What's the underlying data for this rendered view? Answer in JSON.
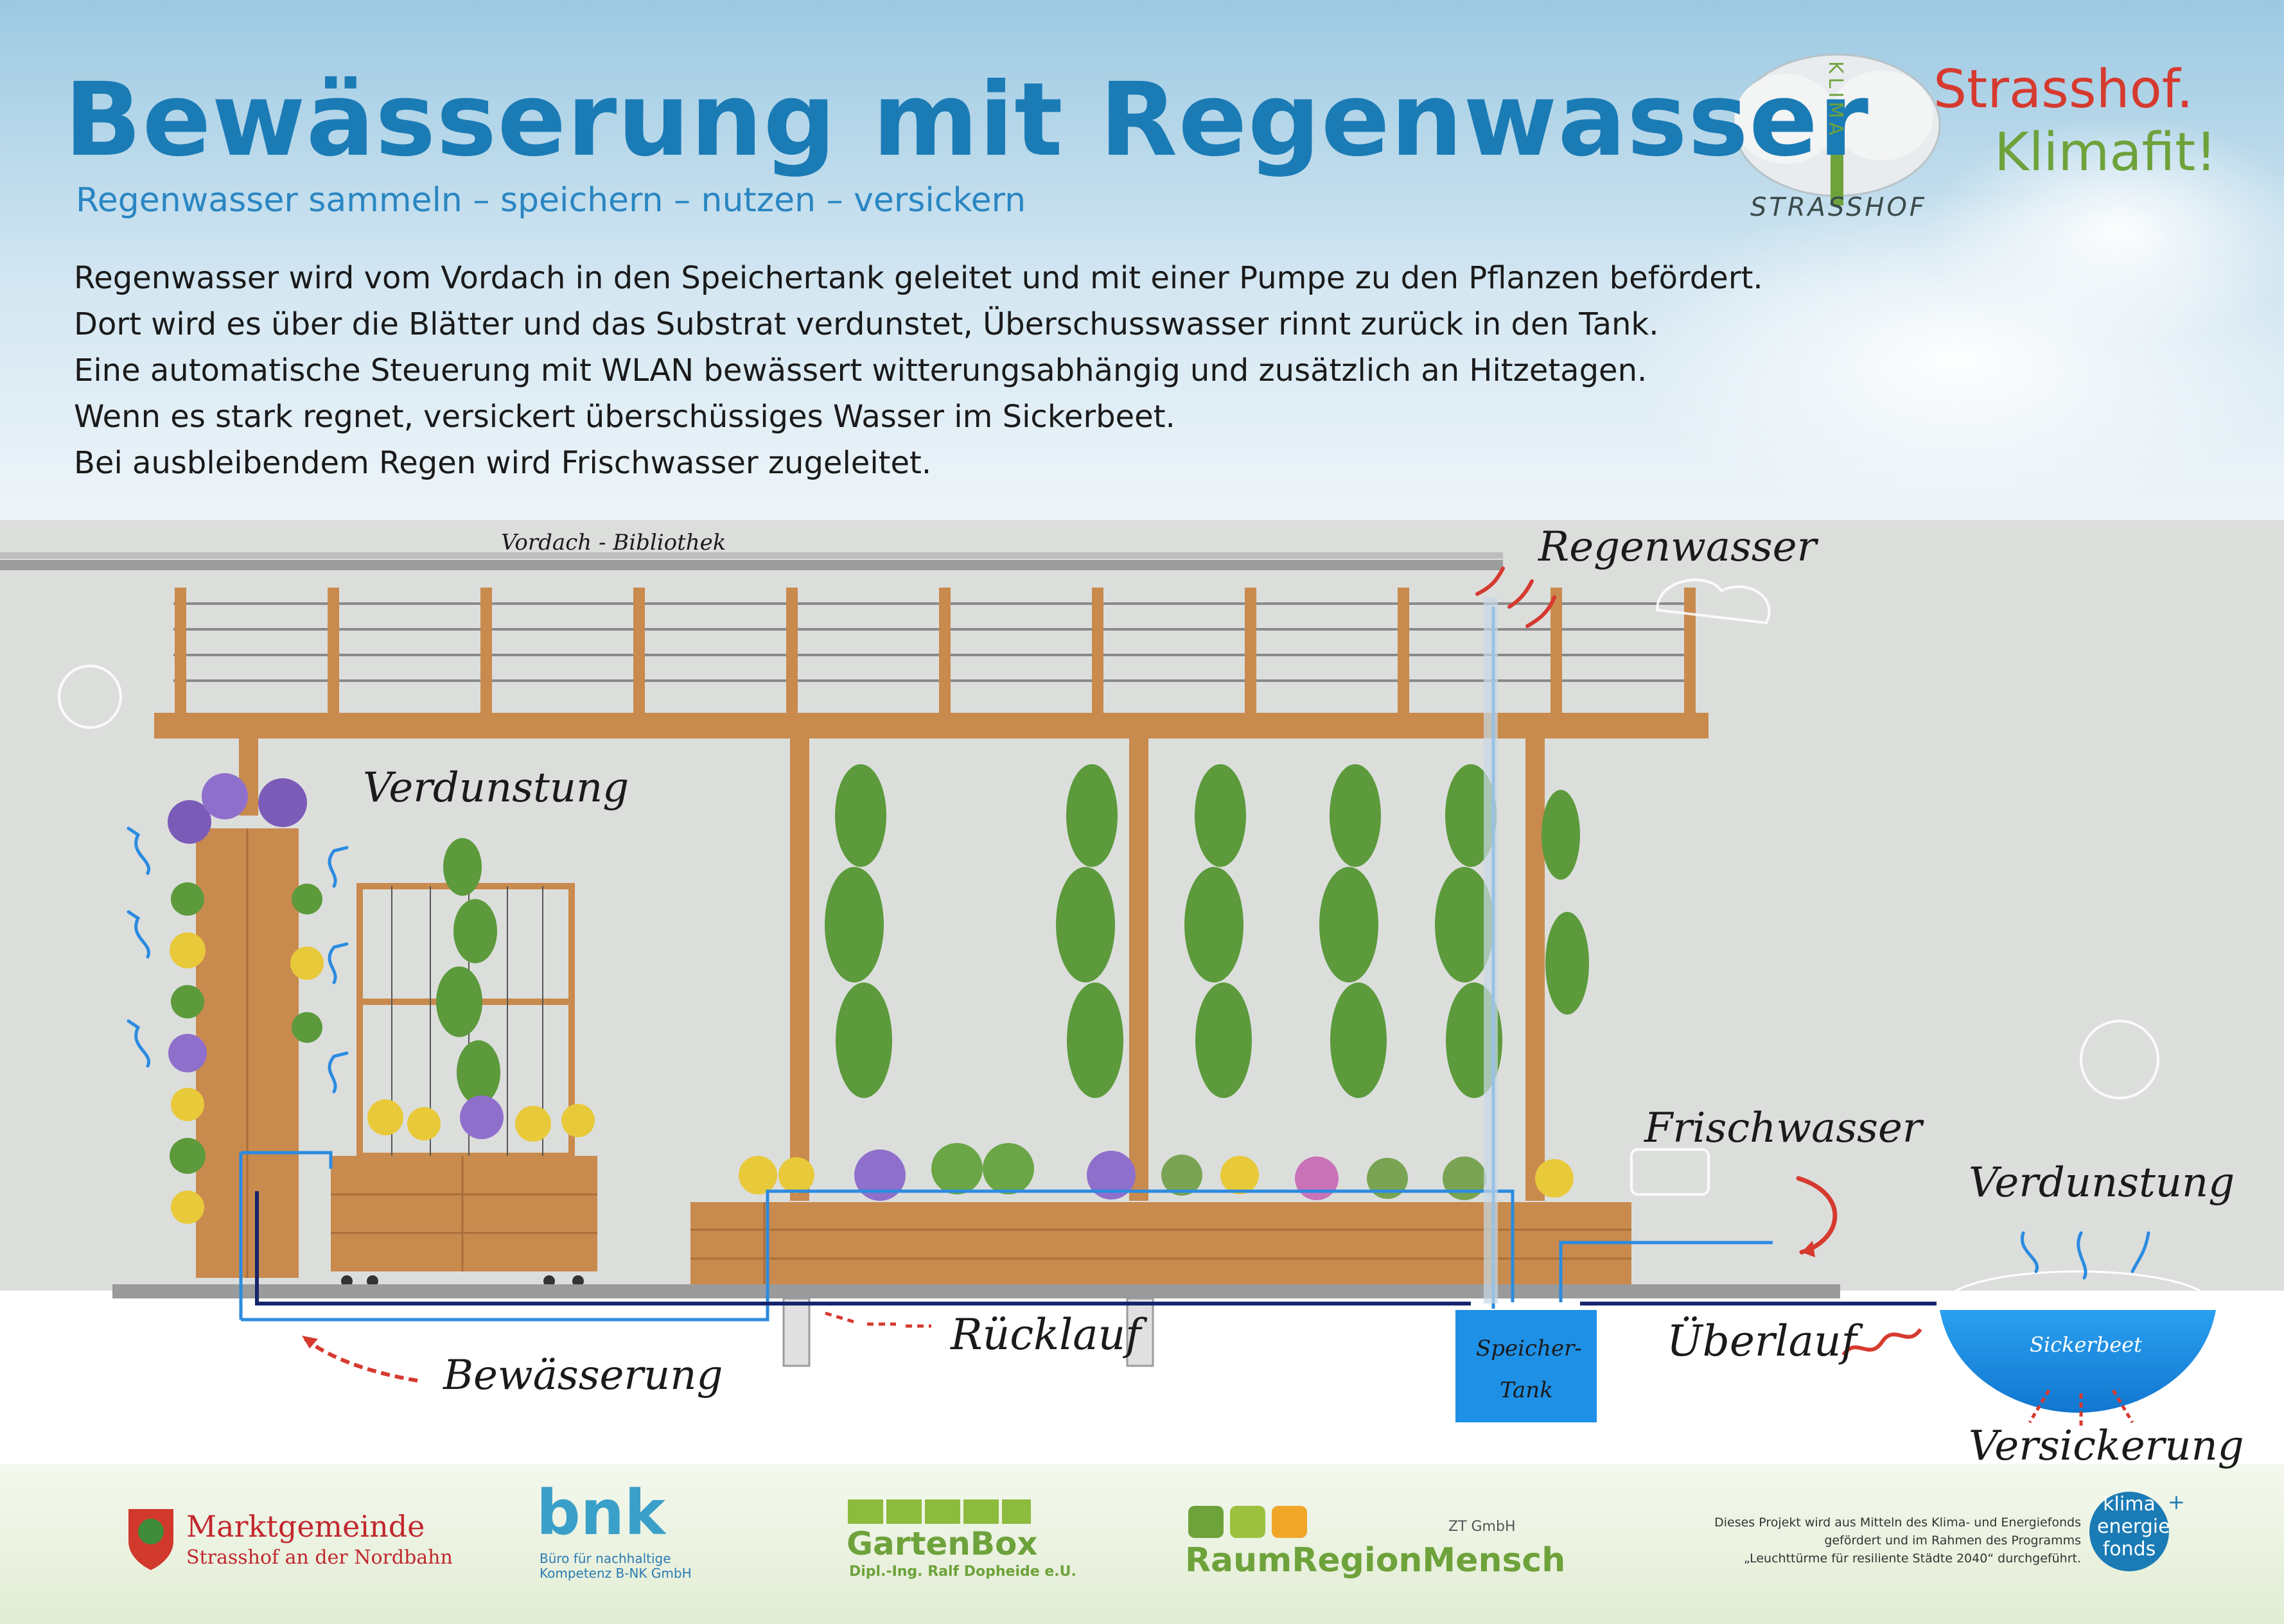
{
  "header": {
    "title": "Bewässerung mit Regenwasser",
    "subtitle": "Regenwasser sammeln – speichern – nutzen – versickern",
    "brand_line1": "Strasshof.",
    "brand_line2": "Klimafit!",
    "logo_text": "STRASSHOF",
    "logo_klima": "KLIMA"
  },
  "description": [
    "Regenwasser wird vom Vordach in den Speichertank geleitet und mit einer Pumpe zu den Pflanzen befördert.",
    "Dort wird es über die Blätter und das Substrat verdunstet, Überschusswasser rinnt zurück in den Tank.",
    "Eine automatische Steuerung mit WLAN bewässert witterungsabhängig und zusätzlich an Hitzetagen.",
    "Wenn es stark regnet, versickert überschüssiges Wasser im Sickerbeet.",
    "Bei ausbleibendem Regen wird Frischwasser zugeleitet."
  ],
  "diagram": {
    "roof_label": "Vordach - Bibliothek",
    "rainwater": "Regenwasser",
    "evaporation_left": "Verdunstung",
    "freshwater": "Frischwasser",
    "evaporation_right": "Verdunstung",
    "irrigation": "Bewässerung",
    "return_flow": "Rücklauf",
    "overflow": "Überlauf",
    "tank_line1": "Speicher-",
    "tank_line2": "Tank",
    "soakaway": "Sickerbeet",
    "infiltration": "Versickerung"
  },
  "footer": {
    "municipality_line1": "Marktgemeinde",
    "municipality_line2": "Strasshof an der Nordbahn",
    "bnk_logo": "bnk",
    "bnk_sub1": "Büro für nachhaltige",
    "bnk_sub2": "Kompetenz B-NK GmbH",
    "gartenbox": "GartenBox",
    "gartenbox_sub": "Dipl.-Ing. Ralf Dopheide e.U.",
    "rrm_name": "RaumRegionMensch",
    "rrm_suffix": "ZT GmbH",
    "sponsor_line1": "Dieses Projekt wird aus Mitteln des Klima- und Energiefonds",
    "sponsor_line2": "gefördert und im Rahmen des Programms",
    "sponsor_line3": "„Leuchttürme für resiliente Städte 2040“ durchgeführt.",
    "kef_line1": "klima",
    "kef_line2": "energie",
    "kef_line3": "fonds",
    "kef_plus": "+"
  },
  "colors": {
    "title_blue": "#1b7bb5",
    "wood": "#c98a4e",
    "water_blue": "#1e90e6",
    "pipe_navy": "#16246b",
    "arrow_red": "#d63a2f",
    "brand_green": "#6ea23b"
  }
}
